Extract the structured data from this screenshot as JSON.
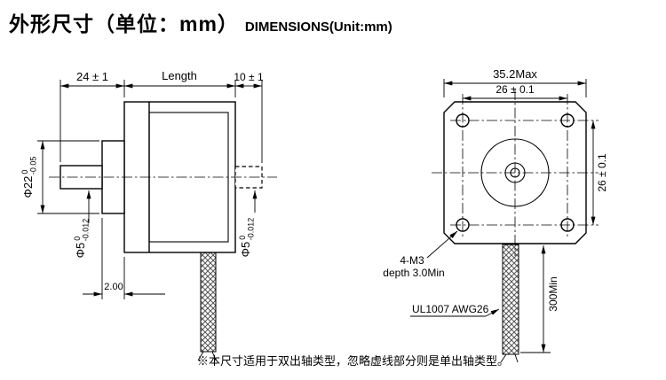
{
  "title": {
    "zh": "外形尺寸（单位：mm）",
    "en": "DIMENSIONS(Unit:mm)"
  },
  "side_view": {
    "dim_front_shaft_length": "24 ± 1",
    "dim_body_length": "Length",
    "dim_rear_shaft_length": "10 ± 1",
    "boss_diameter": "Φ22",
    "boss_tol_upper": "0",
    "boss_tol_lower": "-0.05",
    "front_shaft_diameter": "Φ5",
    "front_shaft_tol_upper": "0",
    "front_shaft_tol_lower": "-0.012",
    "rear_shaft_diameter": "Φ5",
    "rear_shaft_tol_upper": "0",
    "rear_shaft_tol_lower": "-0.012",
    "boss_depth": "2.00"
  },
  "front_view": {
    "dim_frame_width": "35.2Max",
    "dim_hole_spacing_horizontal": "26 ± 0.1",
    "dim_hole_spacing_vertical": "26 ± 0.1",
    "mounting_hole_label_line1": "4-M3",
    "mounting_hole_label_line2": "depth 3.0Min",
    "wire_label": "UL1007 AWG26",
    "dim_wire_length": "300Min"
  },
  "footnote": "※本尺寸适用于双出轴类型，忽略虚线部分则是单出轴类型。"
}
